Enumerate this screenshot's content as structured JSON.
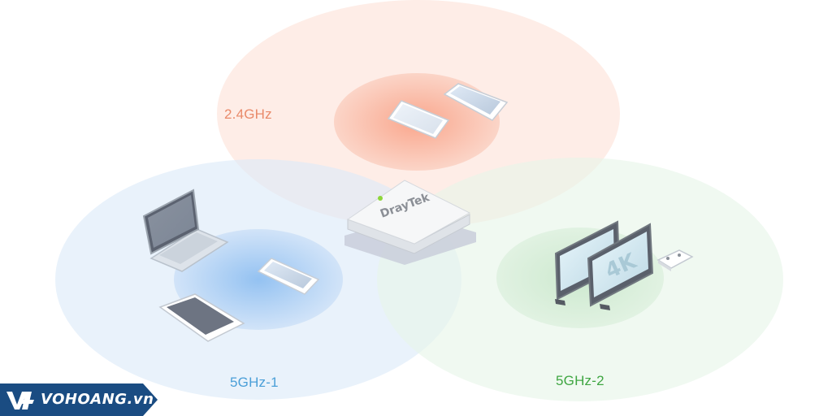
{
  "bands": [
    {
      "label": "2.4GHz",
      "color": "#e98a6a"
    },
    {
      "label": "5GHz-1",
      "color": "#4a9fd8"
    },
    {
      "label": "5GHz-2",
      "color": "#3fa642"
    }
  ],
  "router": {
    "brand": "DrayTek",
    "led_color": "#8dd63a"
  },
  "tv": {
    "badge": "4K"
  },
  "logo": {
    "text": "VOHOANG.vn",
    "bg_color": "#1a4c82"
  },
  "colors": {
    "orange_zone": "#fde7df",
    "blue_zone": "#e6f0fb",
    "green_zone": "#eef8ee"
  }
}
